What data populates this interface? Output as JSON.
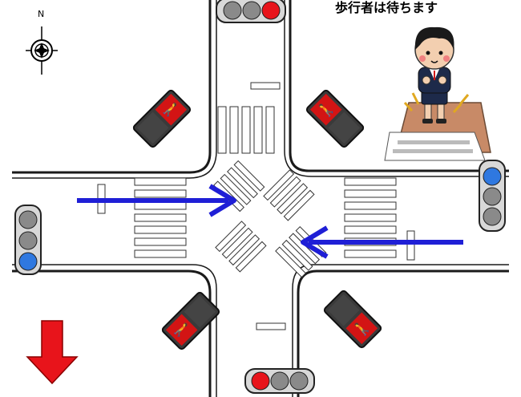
{
  "caption": "歩行者は待ちます",
  "compass_label": "N",
  "colors": {
    "road_edge": "#1a1a1a",
    "signal_red": "#e8141b",
    "signal_blue": "#2f78e0",
    "signal_off": "#8a8a8a",
    "signal_housing": "#d8d8d8",
    "ped_signal_body": "#3a3a3a",
    "ped_red": "#d31414",
    "arrow_blue": "#1f1fd6",
    "arrow_red": "#e8141b",
    "mat": "#c88a67"
  },
  "signals": {
    "vehicle_north": {
      "active": "red"
    },
    "vehicle_south": {
      "active": "red"
    },
    "vehicle_east": {
      "active": "blue"
    },
    "vehicle_west": {
      "active": "blue"
    }
  },
  "pedestrian_signals": {
    "nw": {
      "state": "red"
    },
    "ne": {
      "state": "red"
    },
    "sw": {
      "state": "red"
    },
    "se": {
      "state": "red"
    }
  },
  "arrows": {
    "eastbound": {
      "color": "blue"
    },
    "westbound": {
      "color": "blue"
    },
    "down": {
      "color": "red"
    }
  },
  "icons": {
    "compass": "compass-icon",
    "pedestrian": "waiting-child-icon"
  }
}
